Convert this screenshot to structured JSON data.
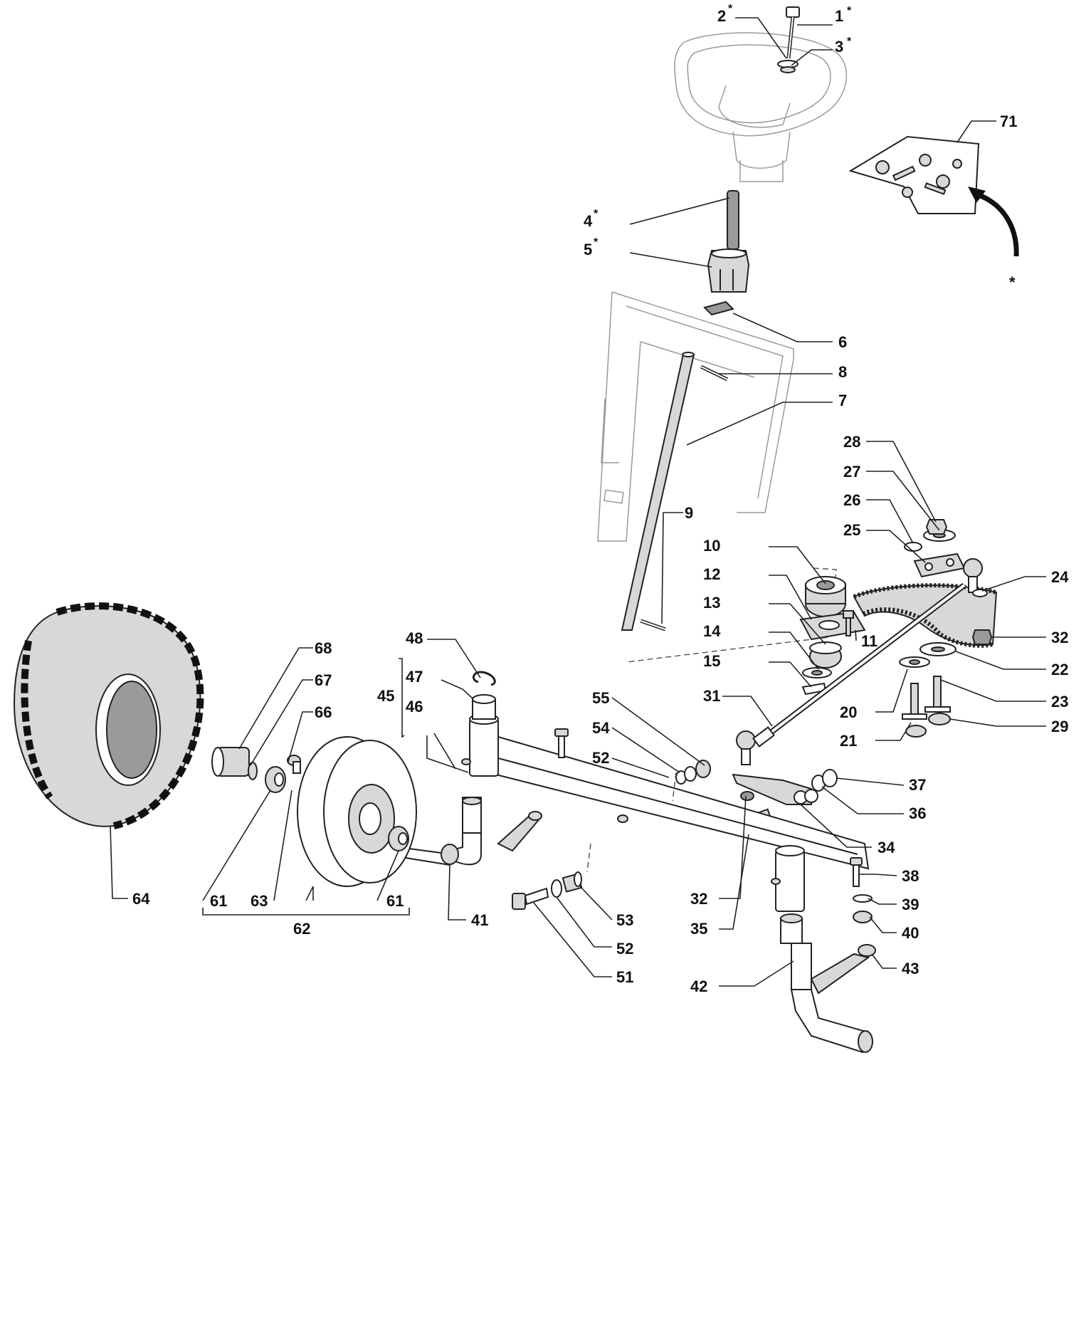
{
  "callouts": [
    {
      "id": "c1",
      "text": "1",
      "star": true
    },
    {
      "id": "c2",
      "text": "2",
      "star": true
    },
    {
      "id": "c3",
      "text": "3",
      "star": true
    },
    {
      "id": "c4",
      "text": "4",
      "star": true
    },
    {
      "id": "c5",
      "text": "5",
      "star": true
    },
    {
      "id": "c6",
      "text": "6"
    },
    {
      "id": "c7",
      "text": "7"
    },
    {
      "id": "c8",
      "text": "8"
    },
    {
      "id": "c9",
      "text": "9"
    },
    {
      "id": "c10",
      "text": "10"
    },
    {
      "id": "c11",
      "text": "11"
    },
    {
      "id": "c12",
      "text": "12"
    },
    {
      "id": "c13",
      "text": "13"
    },
    {
      "id": "c14",
      "text": "14"
    },
    {
      "id": "c15",
      "text": "15"
    },
    {
      "id": "c20",
      "text": "20"
    },
    {
      "id": "c21",
      "text": "21"
    },
    {
      "id": "c22",
      "text": "22"
    },
    {
      "id": "c23",
      "text": "23"
    },
    {
      "id": "c24",
      "text": "24"
    },
    {
      "id": "c25",
      "text": "25"
    },
    {
      "id": "c26",
      "text": "26"
    },
    {
      "id": "c27",
      "text": "27"
    },
    {
      "id": "c28",
      "text": "28"
    },
    {
      "id": "c29",
      "text": "29"
    },
    {
      "id": "c31",
      "text": "31"
    },
    {
      "id": "c32a",
      "text": "32"
    },
    {
      "id": "c32b",
      "text": "32"
    },
    {
      "id": "c34",
      "text": "34"
    },
    {
      "id": "c35",
      "text": "35"
    },
    {
      "id": "c36",
      "text": "36"
    },
    {
      "id": "c37",
      "text": "37"
    },
    {
      "id": "c38",
      "text": "38"
    },
    {
      "id": "c39",
      "text": "39"
    },
    {
      "id": "c40",
      "text": "40"
    },
    {
      "id": "c41",
      "text": "41"
    },
    {
      "id": "c42",
      "text": "42"
    },
    {
      "id": "c43",
      "text": "43"
    },
    {
      "id": "c45",
      "text": "45"
    },
    {
      "id": "c46",
      "text": "46"
    },
    {
      "id": "c47",
      "text": "47"
    },
    {
      "id": "c48",
      "text": "48"
    },
    {
      "id": "c51",
      "text": "51"
    },
    {
      "id": "c52a",
      "text": "52"
    },
    {
      "id": "c52b",
      "text": "52"
    },
    {
      "id": "c53",
      "text": "53"
    },
    {
      "id": "c54",
      "text": "54"
    },
    {
      "id": "c55",
      "text": "55"
    },
    {
      "id": "c61a",
      "text": "61"
    },
    {
      "id": "c61b",
      "text": "61"
    },
    {
      "id": "c62",
      "text": "62"
    },
    {
      "id": "c63",
      "text": "63"
    },
    {
      "id": "c64",
      "text": "64"
    },
    {
      "id": "c66",
      "text": "66"
    },
    {
      "id": "c67",
      "text": "67"
    },
    {
      "id": "c68",
      "text": "68"
    },
    {
      "id": "c71",
      "text": "71"
    }
  ],
  "legend": {
    "kit_marker": "*"
  }
}
